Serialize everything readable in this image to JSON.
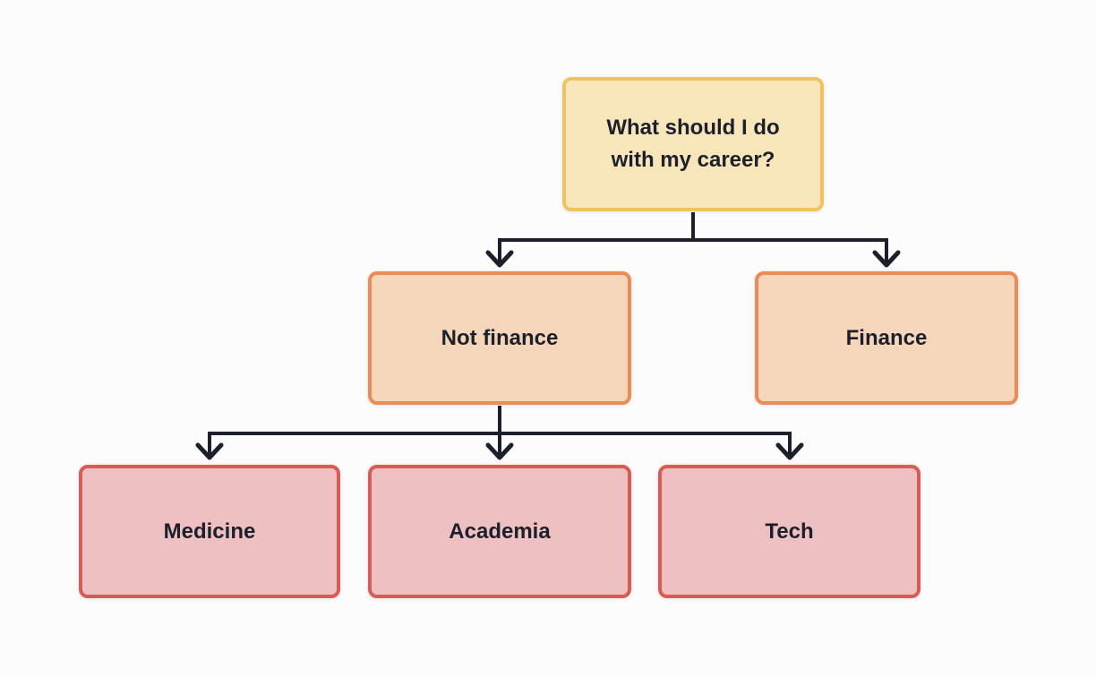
{
  "diagram": {
    "type": "flowchart",
    "nodes": {
      "career": {
        "label": "What should I do with my career?",
        "level": "root"
      },
      "not_finance": {
        "label": "Not finance",
        "level": "branch"
      },
      "finance": {
        "label": "Finance",
        "level": "branch"
      },
      "medicine": {
        "label": "Medicine",
        "level": "leaf"
      },
      "academia": {
        "label": "Academia",
        "level": "leaf"
      },
      "tech": {
        "label": "Tech",
        "level": "leaf"
      }
    },
    "edges": [
      {
        "from": "career",
        "to": "not_finance"
      },
      {
        "from": "career",
        "to": "finance"
      },
      {
        "from": "not_finance",
        "to": "medicine"
      },
      {
        "from": "not_finance",
        "to": "academia"
      },
      {
        "from": "not_finance",
        "to": "tech"
      }
    ],
    "palette": {
      "background": "#FCFCFC",
      "connector": "#1C202B",
      "text": "#1C202B",
      "root_border": "#EEC45F",
      "root_fill": "#F8E5BA",
      "branch_border": "#EC8B54",
      "branch_fill": "#F6D6BB",
      "leaf_border": "#D95B55",
      "leaf_fill": "#EFC0C2"
    }
  }
}
